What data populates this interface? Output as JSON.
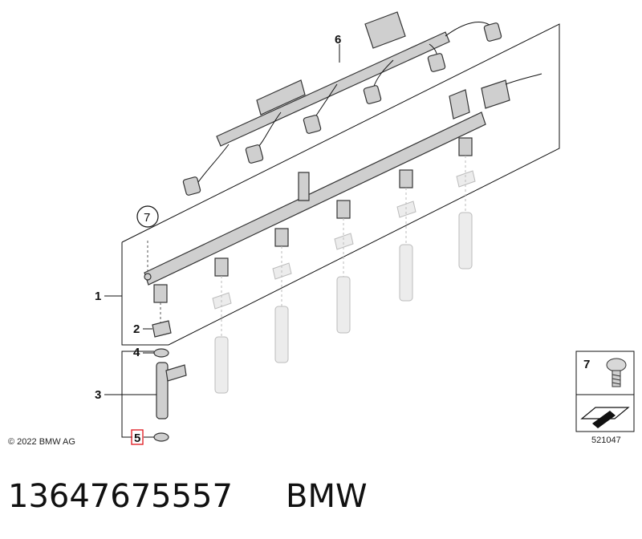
{
  "callouts": {
    "c1": "1",
    "c2": "2",
    "c3": "3",
    "c4": "4",
    "c5": "5",
    "c6": "6",
    "c7": "7",
    "c7_box": "7"
  },
  "copyright": "© 2022 BMW AG",
  "diagram_number": "521047",
  "part_number": "13647675557",
  "brand": "BMW",
  "colors": {
    "highlight": "#e0242b",
    "line": "#111111"
  }
}
